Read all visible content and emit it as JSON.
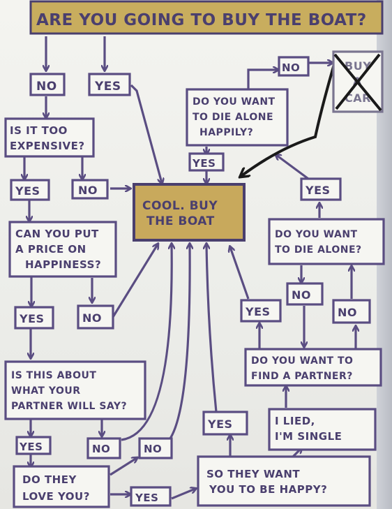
{
  "title": "ARE YOU GOING TO BUY THE BOAT?",
  "center": [
    "COOL. BUY",
    "THE BOAT"
  ],
  "crossed": [
    "BUY",
    "A",
    "CAR"
  ],
  "labels": {
    "no1": "NO",
    "yes1": "YES",
    "expensive": [
      "IS IT TOO",
      "EXPENSIVE?"
    ],
    "yes2": "YES",
    "no2": "NO",
    "price": [
      "CAN YOU PUT",
      "A PRICE ON",
      "HAPPINESS?"
    ],
    "yes3": "YES",
    "no3": "NO",
    "partner_say": [
      "IS THIS ABOUT",
      "WHAT YOUR",
      "PARTNER WILL SAY?"
    ],
    "yes4": "YES",
    "no4": "NO",
    "love": [
      "DO THEY",
      "LOVE YOU?"
    ],
    "yes5": "YES",
    "no5": "NO",
    "happy": [
      "SO THEY WANT",
      "YOU TO BE HAPPY?"
    ],
    "yes6": "YES",
    "lied": [
      "I LIED,",
      "I'M SINGLE"
    ],
    "find_partner": [
      "DO YOU WANT TO",
      "FIND A PARTNER?"
    ],
    "yes7": "YES",
    "no6": "NO",
    "no7": "NO",
    "die_alone": [
      "DO YOU WANT",
      "TO DIE ALONE?"
    ],
    "yes8": "YES",
    "die_alone_happy": [
      "DO YOU WANT",
      "TO DIE ALONE",
      "HAPPILY?"
    ],
    "yes9": "YES",
    "no8": "NO"
  },
  "colors": {
    "ink": "#5a4d82",
    "gold": "#c8a95c",
    "marker_black": "#1a1a1a"
  }
}
